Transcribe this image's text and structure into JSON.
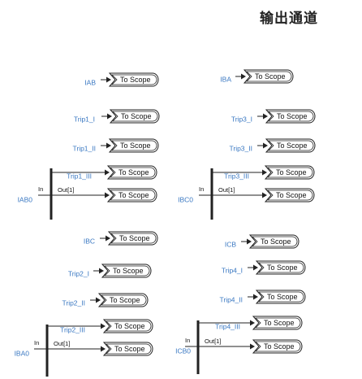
{
  "title": "输出通道",
  "colors": {
    "label": "#3a78c2",
    "line": "#222222",
    "block_fill": "#ffffff"
  },
  "scope_label": "To Scope",
  "mux_in_label": "In",
  "mux_out_label": "Out[1]",
  "signals": {
    "IAB": "IAB",
    "Trip1_I": "Trip1_I",
    "Trip1_II": "Trip1_II",
    "Trip1_III": "Trip1_III",
    "IAB0": "IAB0",
    "IBA": "IBA",
    "Trip3_I": "Trip3_I",
    "Trip3_II": "Trip3_II",
    "Trip3_III": "Trip3_III",
    "IBC0": "IBC0",
    "IBC": "IBC",
    "Trip2_I": "Trip2_I",
    "Trip2_II": "Trip2_II",
    "Trip2_III": "Trip2_III",
    "IBA0": "IBA0",
    "ICB": "ICB",
    "Trip4_I": "Trip4_I",
    "Trip4_II": "Trip4_II",
    "Trip4_III": "Trip4_III",
    "ICB0": "ICB0"
  }
}
